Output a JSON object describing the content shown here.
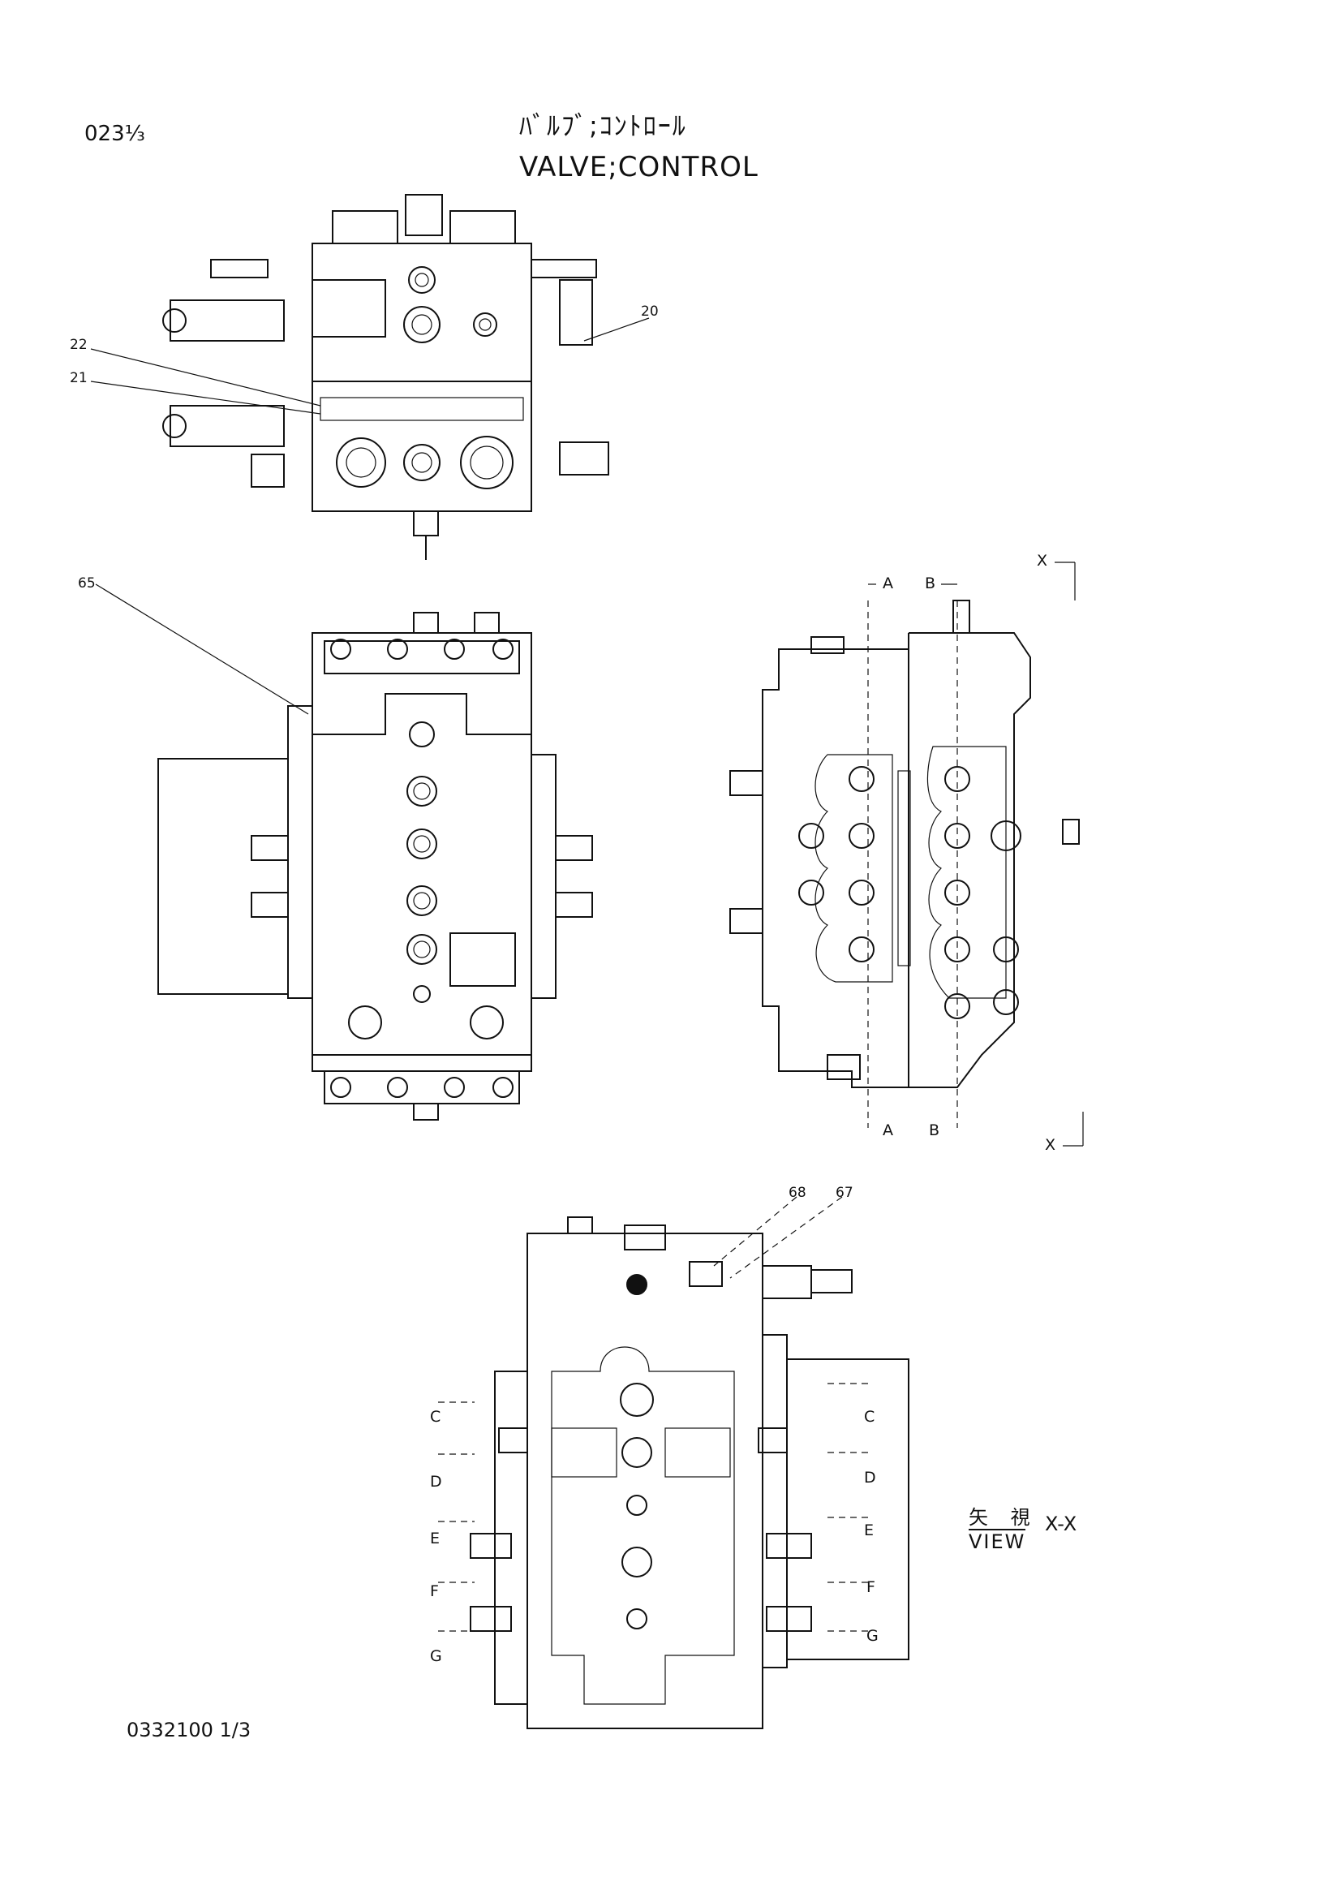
{
  "header": {
    "page_number": "023⅓",
    "title_jp": "ﾊﾞﾙﾌﾞ;ｺﾝﾄﾛｰﾙ",
    "title_en": "VALVE;CONTROL"
  },
  "callouts": {
    "c20": "20",
    "c21": "21",
    "c22": "22",
    "c65": "65",
    "c67": "67",
    "c68": "68"
  },
  "sections": {
    "a_top": "A",
    "b_top": "B",
    "a_bottom": "A",
    "b_bottom": "B",
    "x_top": "X",
    "x_bottom": "X",
    "c_left": "C",
    "d_left": "D",
    "e_left": "E",
    "f_left": "F",
    "g_left": "G",
    "c_right": "C",
    "d_right": "D",
    "e_right": "E",
    "f_right": "F",
    "g_right": "G"
  },
  "view_label": {
    "jp": "矢 視",
    "en": "VIEW",
    "suffix": "X-X"
  },
  "footer": {
    "drawing_number": "0332100 1/3"
  }
}
